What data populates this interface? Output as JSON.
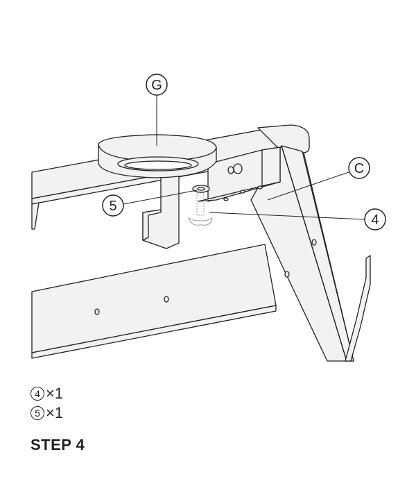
{
  "callouts": {
    "G": "G",
    "C": "C",
    "part4": "4",
    "part5": "5"
  },
  "parts_list": [
    {
      "number": "4",
      "times": "×",
      "quantity": "1"
    },
    {
      "number": "5",
      "times": "×",
      "quantity": "1"
    }
  ],
  "step_label": "STEP 4",
  "colors": {
    "line": "#231f20",
    "fill": "#f2f2f2",
    "background": "#ffffff"
  }
}
